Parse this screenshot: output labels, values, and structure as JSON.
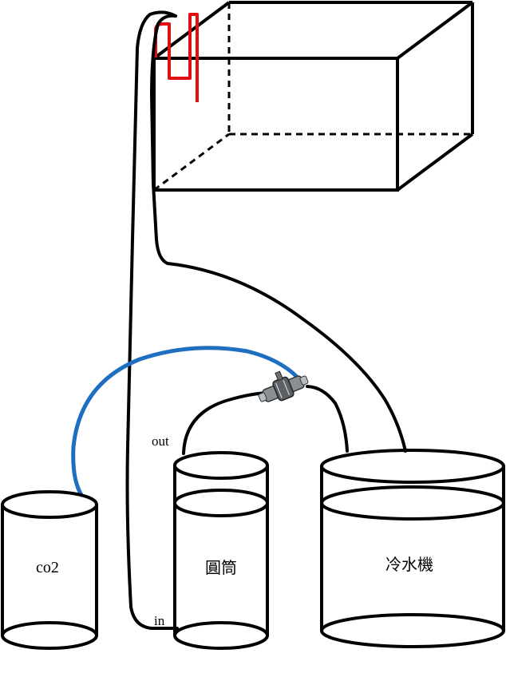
{
  "labels": {
    "co2": "co2",
    "canister": "圓筒",
    "chiller": "冷水機",
    "out": "out",
    "in": "in"
  },
  "colors": {
    "outline": "#000000",
    "co2_tube": "#1f6fc0",
    "overflow_pipe": "#e01010",
    "background": "#ffffff"
  }
}
